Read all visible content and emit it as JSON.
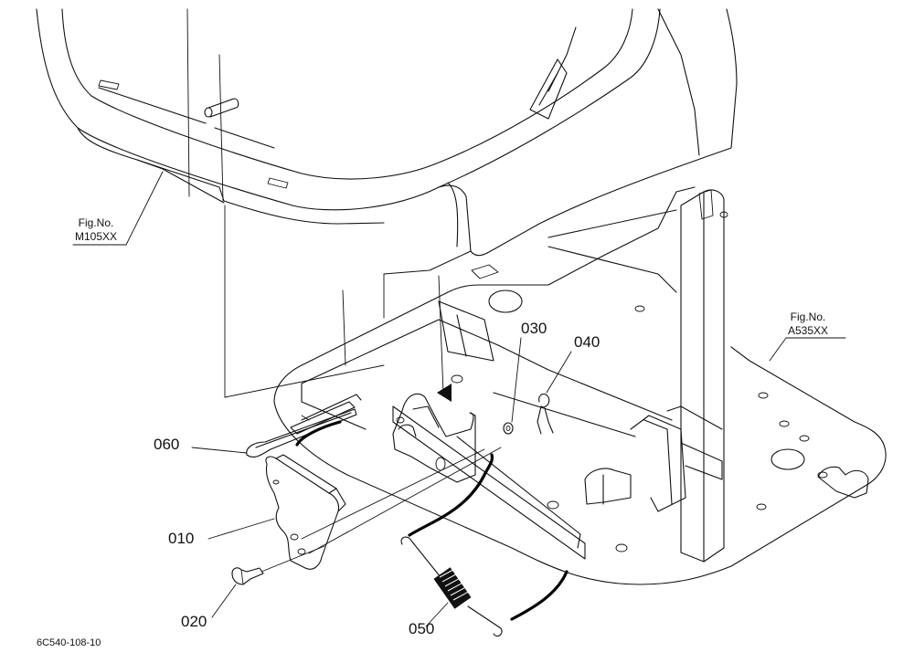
{
  "figure_refs": {
    "left": {
      "line1": "Fig.No.",
      "line2": "M105XX"
    },
    "right": {
      "line1": "Fig.No.",
      "line2": "A535XX"
    }
  },
  "parts": {
    "p010": "010",
    "p020": "020",
    "p030": "030",
    "p040": "040",
    "p050": "050",
    "p060": "060"
  },
  "drawing_code": "6C540-108-10"
}
